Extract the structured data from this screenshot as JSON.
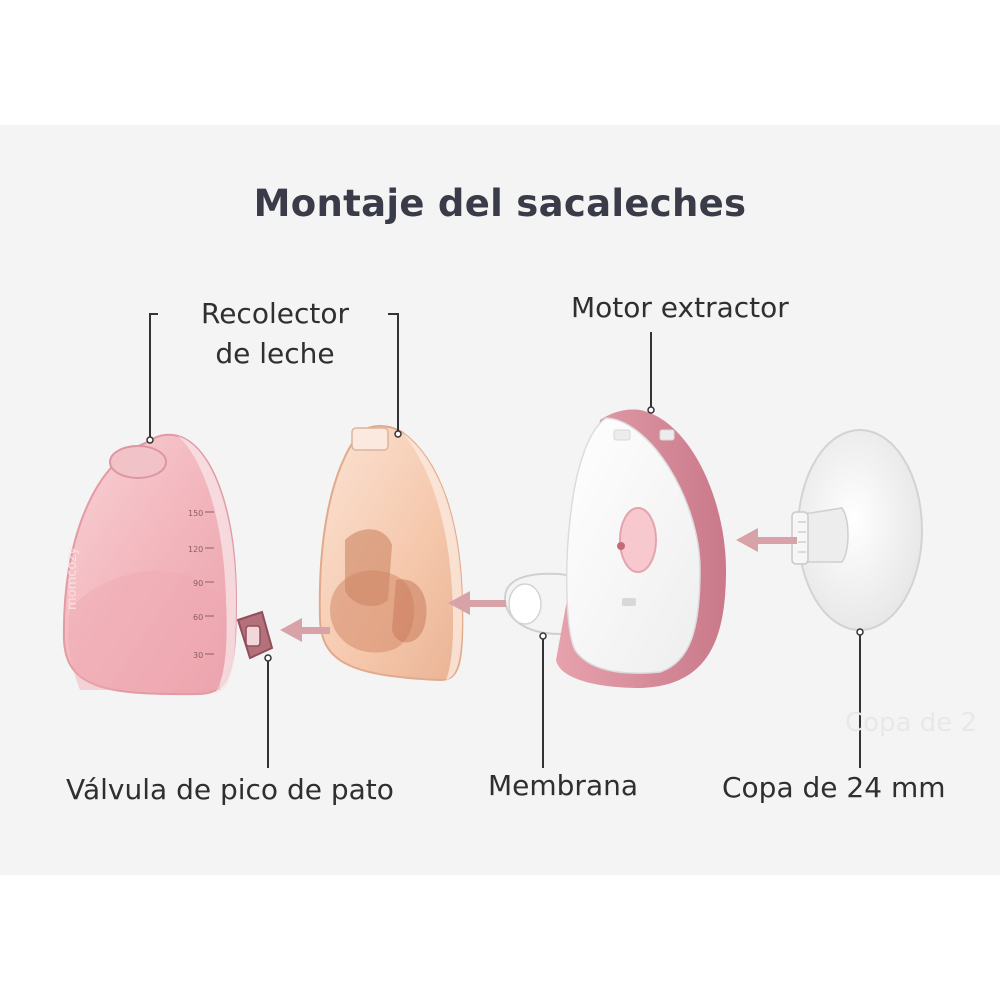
{
  "title": "Montaje del sacaleches",
  "labels": {
    "collector_line1": "Recolector",
    "collector_line2": "de leche",
    "motor": "Motor extractor",
    "valve": "Válvula de pico de pato",
    "membrane": "Membrana",
    "cup": "Copa de 24 mm"
  },
  "brand_mark": "momcozy",
  "scale_marks": [
    "150",
    "120",
    "90",
    "60",
    "30"
  ],
  "watermark": "Copa de 2",
  "colors": {
    "title": "#3a3b48",
    "label": "#2f2f2f",
    "leader": "#333333",
    "arrow": "#d8a3a8",
    "pink_body": "#f3b8be",
    "amber_body": "#f4c3a8",
    "motor_rim": "#d88f9b",
    "background_panel": "#f4f4f4"
  }
}
